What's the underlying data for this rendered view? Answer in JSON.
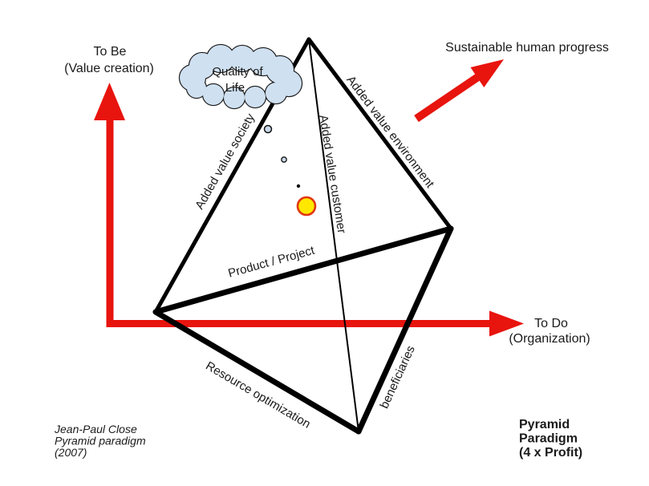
{
  "colors": {
    "arrow": "#e8140e",
    "line": "#000000",
    "cloud_fill": "#cfe0f1",
    "cloud_stroke": "#1a1a1a",
    "trail_fill": "#c9d9ea",
    "trail_stroke": "#111111",
    "dot_fill": "#111111",
    "marker_fill": "#ffe800",
    "marker_stroke": "#e23511"
  },
  "axes": {
    "to_be": {
      "line1": "To Be",
      "line2": "(Value creation)"
    },
    "to_do": {
      "line1": "To Do",
      "line2": "(Organization)"
    },
    "diagonal": {
      "label": "Sustainable human progress"
    }
  },
  "cloud": {
    "line1": "Quality of",
    "line2": "Life"
  },
  "edge_labels": {
    "society": "Added value society",
    "customer": "Added value customer",
    "environment": "Added value environment",
    "product_project": "Product / Project",
    "resource_optimization": "Resource optimization",
    "beneficiaries": "beneficiaries"
  },
  "credit": {
    "line1": "Jean-Paul Close",
    "line2": "Pyramid paradigm",
    "line3": "(2007)"
  },
  "title": {
    "line1": "Pyramid",
    "line2": "Paradigm",
    "line3": "(4 x Profit)"
  }
}
